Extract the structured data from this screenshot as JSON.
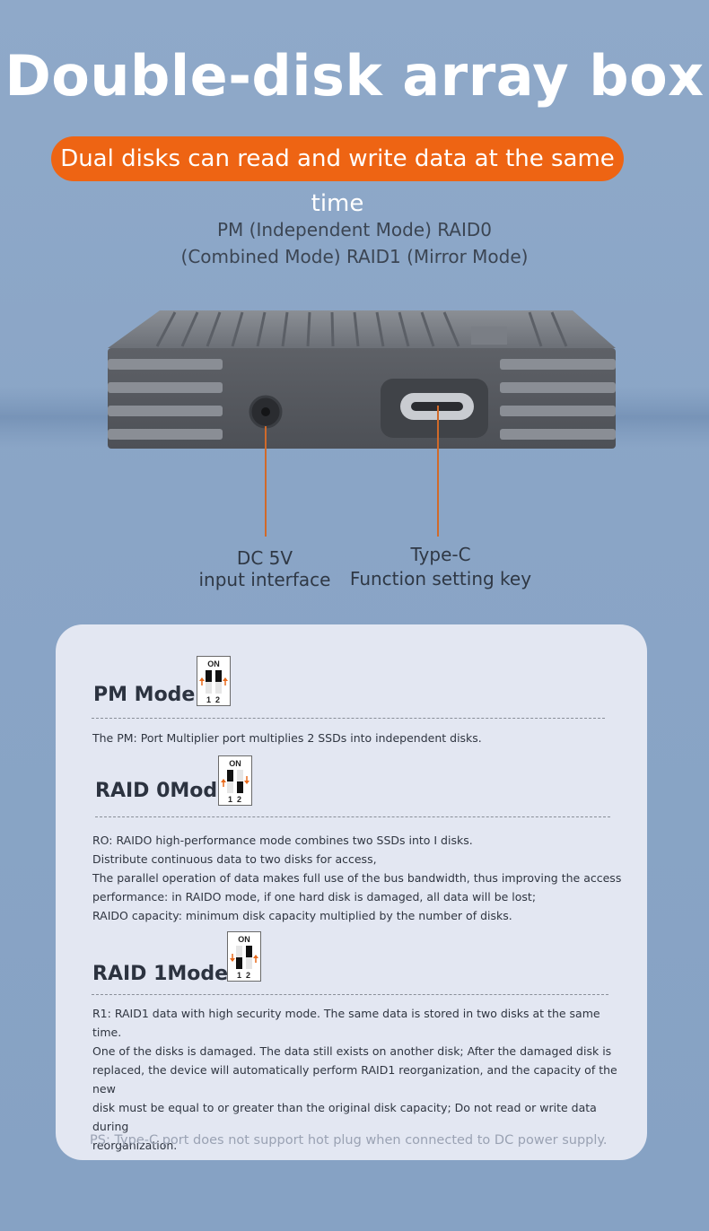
{
  "title": "Double-disk array box",
  "subtitle": "Dual disks can read and write data at the same time",
  "modes_line1": "PM (Independent Mode) RAID0",
  "modes_line2": "(Combined Mode) RAID1 (Mirror Mode)",
  "labels": {
    "dc_line1": "DC 5V",
    "dc_line2": "input interface",
    "typec_line1": "Type-C",
    "typec_line2": "Function setting key"
  },
  "switch": {
    "on_label": "ON",
    "numbers": "12"
  },
  "sections": {
    "pm": {
      "title": "PM Mode",
      "lines": [
        "The PM: Port Multiplier port multiplies 2 SSDs into independent disks."
      ]
    },
    "raid0": {
      "title": "RAID 0Mode",
      "lines": [
        "RO: RAIDO high-performance mode combines two SSDs into I disks.",
        "Distribute continuous data to two disks for access,",
        "The parallel operation of data makes full use of the bus bandwidth, thus improving the access",
        "performance: in RAIDO mode, if one hard disk is damaged, all data will be lost;",
        "RAIDO capacity: minimum disk capacity multiplied by the number of disks."
      ]
    },
    "raid1": {
      "title": "RAID 1Mode",
      "lines": [
        "R1: RAID1 data with high security mode. The same data is stored in two disks at the same time.",
        "One of the disks is damaged. The data still exists on another disk; After the damaged disk is",
        "replaced, the device will automatically perform RAID1 reorganization, and the capacity of the new",
        "disk must be equal to or greater than the original disk capacity; Do not read or write data during",
        "reorganization."
      ]
    }
  },
  "ps_note": "PS: Type-C port does not support hot plug when connected to DC power supply.",
  "colors": {
    "accent": "#ee6413",
    "background": "#8aa5c6",
    "card": "#e3e7f2"
  }
}
